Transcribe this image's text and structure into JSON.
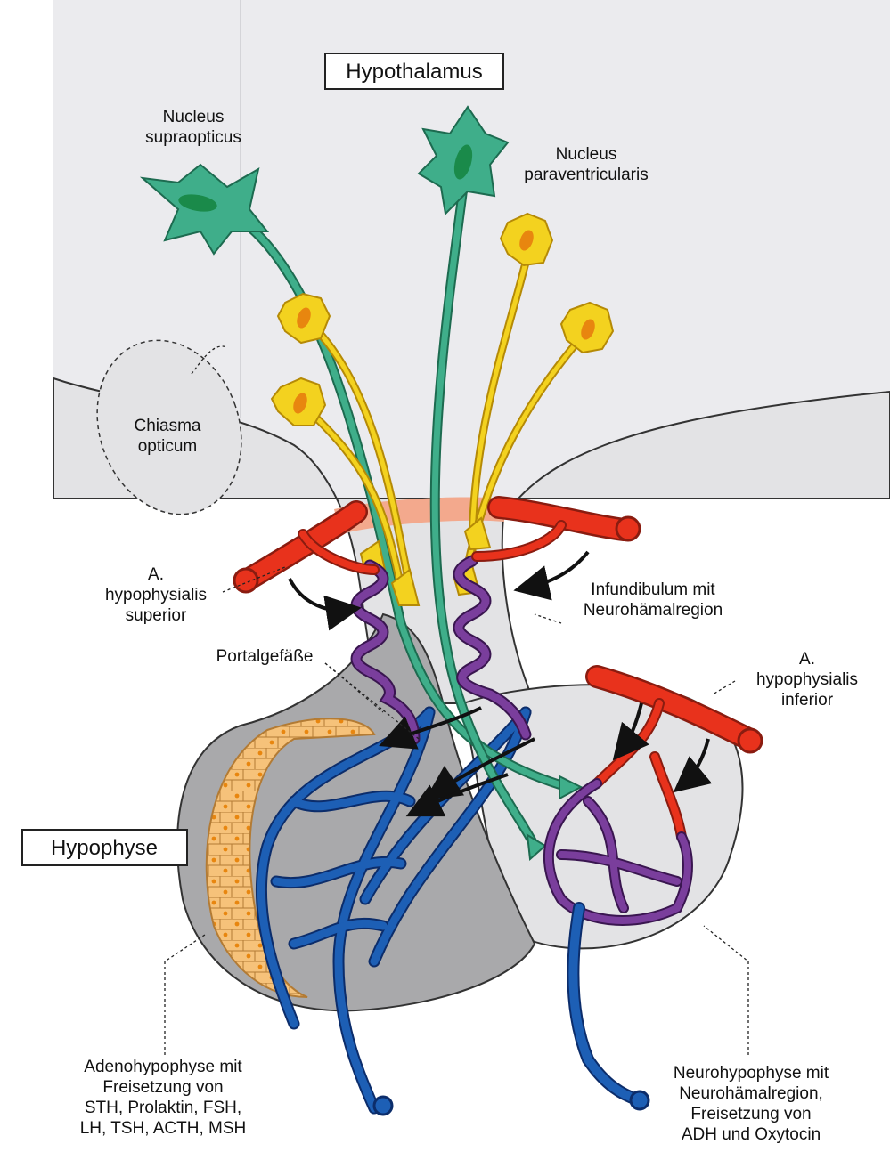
{
  "diagram": {
    "boxed_labels": {
      "hypothalamus": "Hypothalamus",
      "hypophyse": "Hypophyse"
    },
    "labels": {
      "nucleus_supraopticus": [
        "Nucleus",
        "supraopticus"
      ],
      "nucleus_paraventricularis": [
        "Nucleus",
        "paraventricularis"
      ],
      "chiasma_opticum": [
        "Chiasma",
        "opticum"
      ],
      "a_hypophysialis_superior": [
        "A.",
        "hypophysialis",
        "superior"
      ],
      "infundibulum": [
        "Infundibulum mit",
        "Neurohämalregion"
      ],
      "portalgefaesse": [
        "Portalgefäße"
      ],
      "a_hypophysialis_inferior": [
        "A.",
        "hypophysialis",
        "inferior"
      ],
      "adenohypophyse": [
        "Adenohypophyse mit",
        "Freisetzung von",
        "STH, Prolaktin, FSH,",
        "LH, TSH, ACTH, MSH"
      ],
      "neurohypophyse": [
        "Neurohypophyse mit",
        "Neurohämalregion,",
        "Freisetzung von",
        "ADH und Oxytocin"
      ]
    },
    "colors": {
      "background_page": "#ebebee",
      "tissue_gray": "#e3e3e5",
      "adenohypophysis_gray": "#a9a9ab",
      "neurosecretory_neuron": "#3fae8a",
      "parvocellular_neuron": "#f3d21f",
      "artery": "#e8321c",
      "vein": "#1d5fb5",
      "portal_vessel": "#7a3e9c",
      "gland_cells": "#f6c27a"
    }
  }
}
